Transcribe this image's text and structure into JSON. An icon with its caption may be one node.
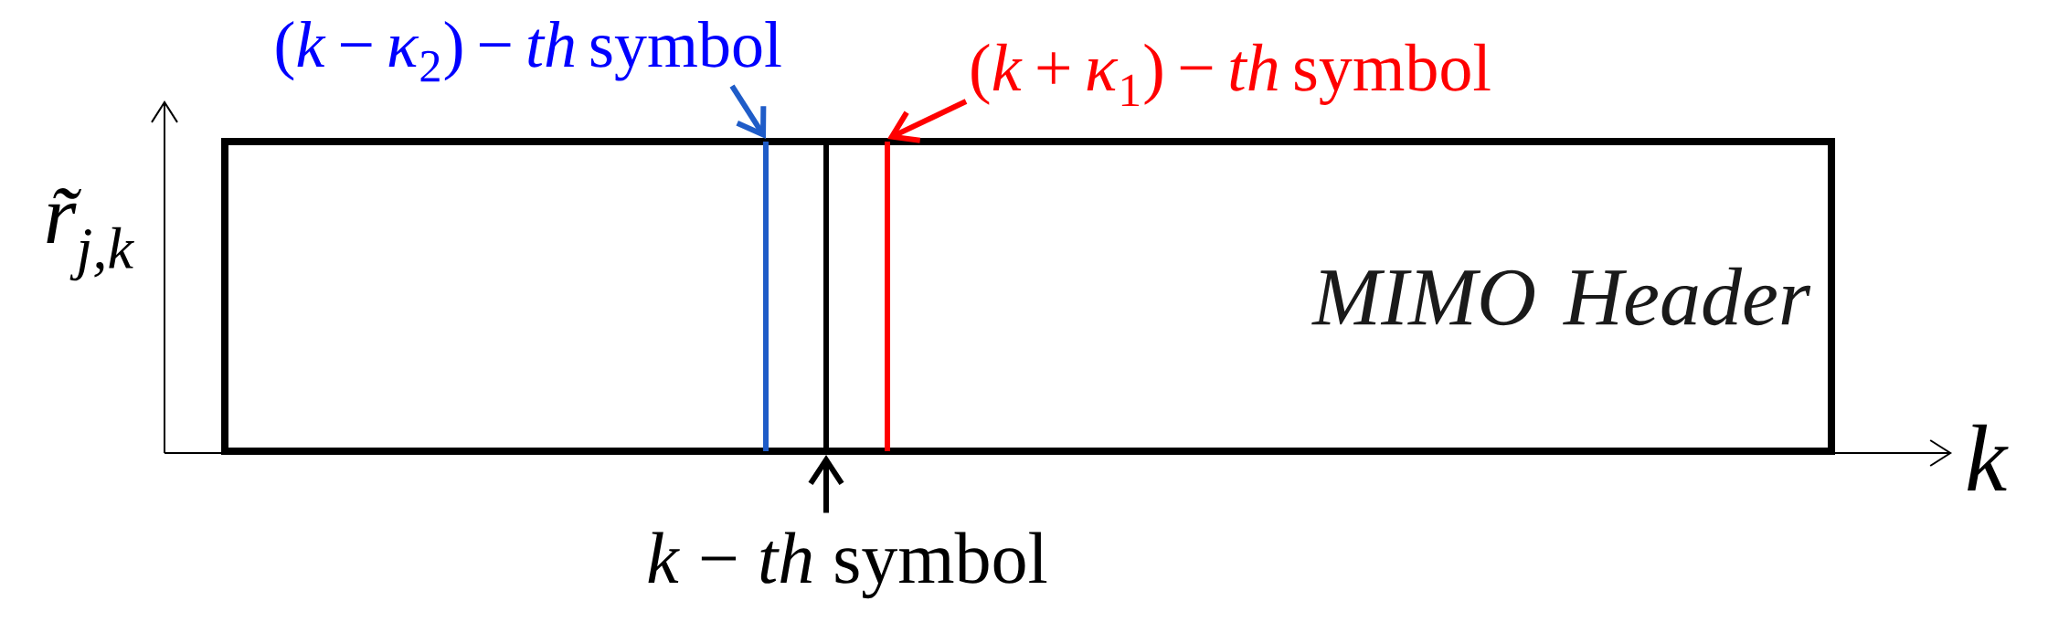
{
  "diagram": {
    "nodes": [
      {
        "text": [
          "(*k* − *κ*$_{2}$) − *th* symbol"
        ]
      },
      {
        "text": [
          "(*k* + *κ*$_{1}$) − *th* symbol"
        ]
      },
      {
        "text": [
          "MIMO Header"
        ]
      },
      {
        "text": [],
        "shape": "bar",
        "in": 2
      },
      {
        "text": [],
        "shape": "bar",
        "in": 2
      },
      {
        "text": [],
        "shape": "bar",
        "in": 2
      },
      {
        "text": [
          "*k* − *th* symbol"
        ]
      }
    ],
    "edges": [
      {
        "from": 0,
        "to": 3,
        "arrow": "to",
        "color": "#1f5cc8"
      },
      {
        "from": 1,
        "to": 5,
        "arrow": "to",
        "color": "#ff0000"
      },
      {
        "from": 6,
        "to": 4,
        "arrow": "to",
        "color": "#000000"
      }
    ],
    "labels": [
      "r̃$_{j,k}$",
      "k"
    ]
  }
}
